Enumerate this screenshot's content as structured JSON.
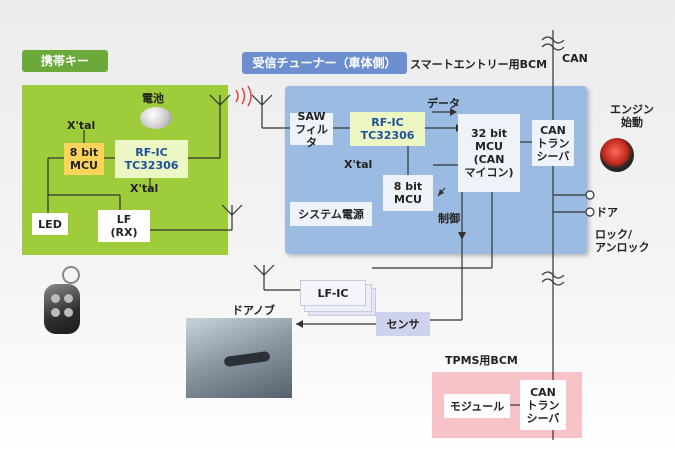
{
  "colors": {
    "key_panel": "#9fcc3a",
    "bcm_panel": "#9bbbe3",
    "tpms_panel": "#f7c3c8",
    "rfic_text": "#1d4f9c",
    "tag_green": "#6aa93a",
    "tag_blue": "#6d8fd0",
    "sensor_box": "#cfd2ec"
  },
  "key": {
    "tag": "携帯キー",
    "battery": "電池",
    "xtal_top": "X'tal",
    "mcu": "8 bit\nMCU",
    "rfic": "RF-IC\nTC32306",
    "xtal_bottom": "X'tal",
    "led": "LED",
    "lf": "LF\n(RX)"
  },
  "bcm": {
    "tag": "受信チューナー（車体側）",
    "title": "スマートエントリー用BCM",
    "data_label": "データ",
    "saw": "SAW\nフィルタ",
    "rfic": "RF-IC\nTC32306",
    "xtal": "X'tal",
    "mcu8": "8 bit\nMCU",
    "control_label": "制御",
    "mcu32": "32 bit\nMCU\n(CAN\nマイコン)",
    "can": "CAN\nトラン\nシーバ",
    "power": "システム電源"
  },
  "right": {
    "can_label": "CAN",
    "engine": "エンジン\n始動",
    "door": "ドア",
    "lock": "ロック/\nアンロック"
  },
  "lfic": "LF-IC",
  "sensor": "センサ",
  "doorknob": "ドアノブ",
  "tpms": {
    "title": "TPMS用BCM",
    "module": "モジュール",
    "can": "CAN\nトラン\nシーバ"
  }
}
